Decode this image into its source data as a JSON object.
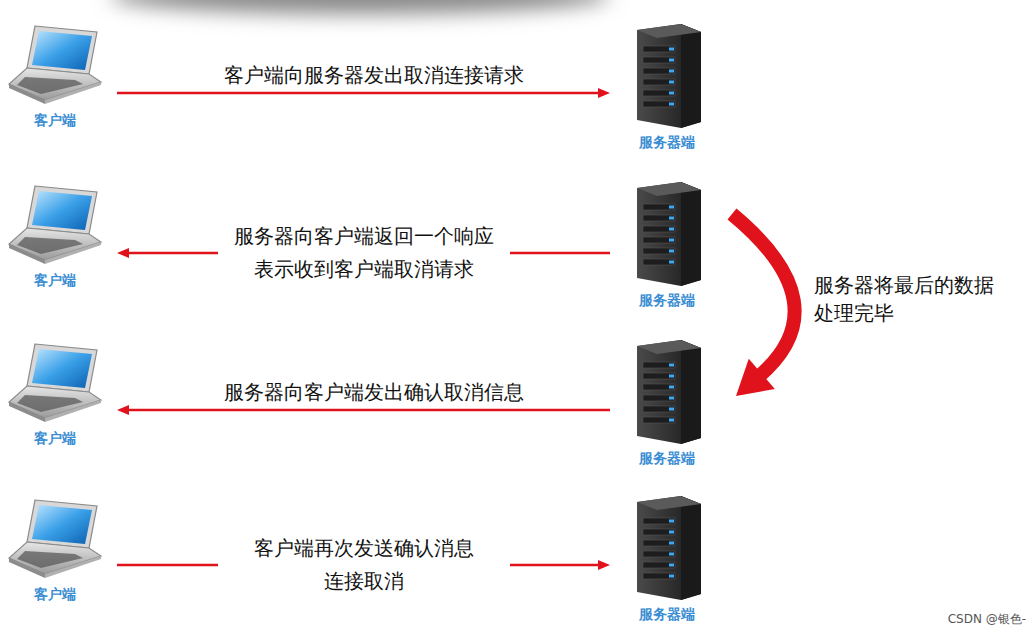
{
  "diagram": {
    "nodes": [
      {
        "text": [
          "客户端"
        ]
      },
      {
        "text": [
          "服务器端"
        ]
      },
      {
        "text": [
          "客户端"
        ]
      },
      {
        "text": [
          "服务器端"
        ]
      },
      {
        "text": [
          "客户端"
        ]
      },
      {
        "text": [
          "服务器端"
        ]
      },
      {
        "text": [
          "客户端"
        ]
      },
      {
        "text": [
          "服务器端"
        ]
      }
    ],
    "edges": [
      {
        "from": 0,
        "to": 1,
        "arrow": "to",
        "label": "客户端向服务器发出取消连接请求"
      },
      {
        "from": 3,
        "to": 2,
        "arrow": "to",
        "label": "服务器向客户端返回一个响应 表示收到客户端取消请求"
      },
      {
        "from": 5,
        "to": 4,
        "arrow": "to",
        "label": "服务器向客户端发出确认取消信息"
      },
      {
        "from": 6,
        "to": 7,
        "arrow": "to",
        "label": "客户端再次发送确认消息 连接取消"
      },
      {
        "from": 3,
        "to": 5,
        "arrow": "to",
        "label": "服务器将最后的数据处理完毕"
      }
    ],
    "labels": [
      "CSDN @银色-"
    ]
  }
}
